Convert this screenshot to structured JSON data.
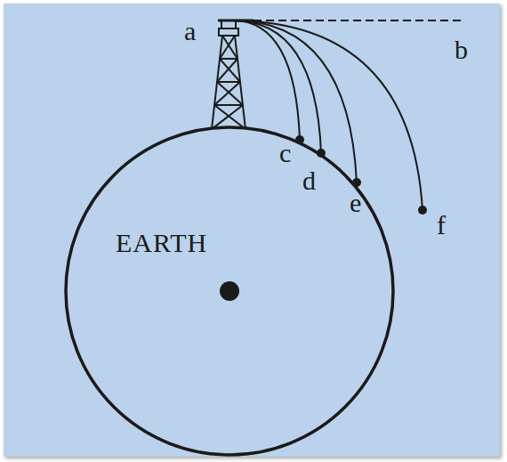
{
  "diagram": {
    "nodes": [
      {
        "text": [
          "EARTH"
        ]
      }
    ],
    "labels": [
      "a",
      "b",
      "c",
      "d",
      "e",
      "f"
    ]
  }
}
